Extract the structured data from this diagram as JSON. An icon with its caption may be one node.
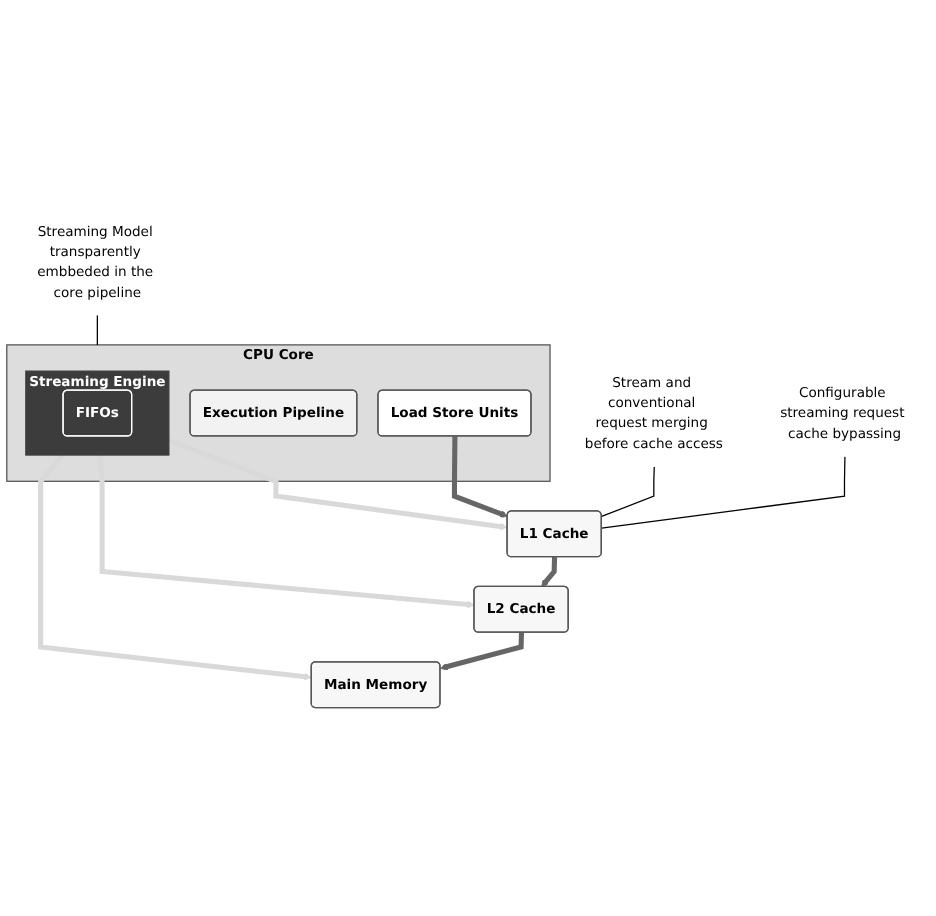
{
  "diagram": {
    "nodes": [
      {
        "text": [
          "CPU Core"
        ]
      },
      {
        "text": [
          "Execution Pipeline"
        ],
        "in": 0
      },
      {
        "text": [
          "Streaming Engine"
        ],
        "in": 0
      },
      {
        "text": [
          "FIFOs"
        ],
        "in": 2
      },
      {
        "text": [
          "Load Store Units"
        ],
        "in": 0
      },
      {
        "text": [
          "L1 Cache"
        ]
      },
      {
        "text": [
          "L2 Cache"
        ]
      },
      {
        "text": [
          "Main Memory"
        ]
      },
      {
        "text": [
          "Streaming Model transparently embbeded in the core pipeline"
        ]
      },
      {
        "text": [
          "Stream and conventional request merging before cache access"
        ]
      },
      {
        "text": [
          "Configurable streaming request cache bypassing"
        ]
      }
    ],
    "edges": [
      {
        "from": 2,
        "to": 5,
        "arrow": "to",
        "color": "#d9d9d9"
      },
      {
        "from": 4,
        "to": 5,
        "arrow": "to",
        "color": "#666666"
      },
      {
        "from": 2,
        "to": 6,
        "arrow": "to",
        "color": "#d9d9d9"
      },
      {
        "from": 2,
        "to": 7,
        "arrow": "to",
        "color": "#d9d9d9"
      },
      {
        "from": 5,
        "to": 6,
        "arrow": "to",
        "color": "#666666"
      },
      {
        "from": 6,
        "to": 7,
        "arrow": "to",
        "color": "#666666"
      },
      {
        "from": 8,
        "to": 0,
        "arrow": "none",
        "color": "#000000"
      },
      {
        "from": 9,
        "to": 5,
        "arrow": "none",
        "color": "#000000"
      },
      {
        "from": 10,
        "to": 5,
        "arrow": "none",
        "color": "#000000"
      }
    ]
  }
}
